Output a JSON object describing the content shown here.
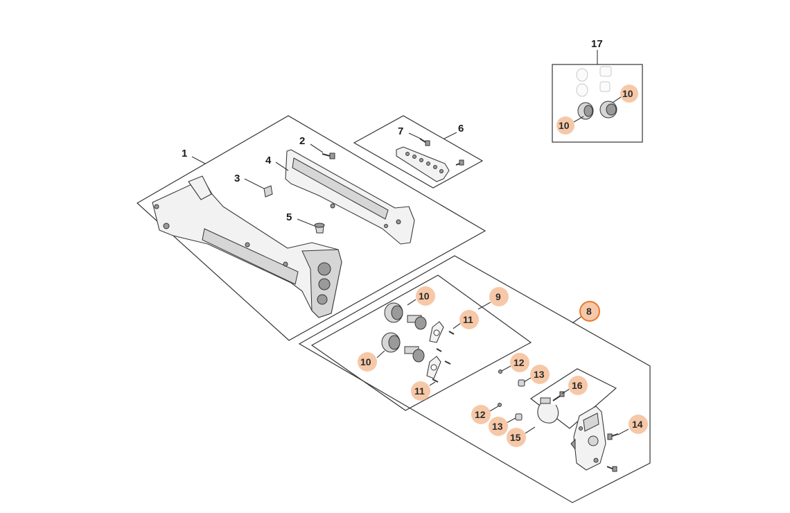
{
  "diagram": {
    "callouts": {
      "c1": "1",
      "c2": "2",
      "c3": "3",
      "c4": "4",
      "c5": "5",
      "c6": "6",
      "c7": "7",
      "c8": "8",
      "c9": "9",
      "c10a": "10",
      "c10b": "10",
      "c10c": "10",
      "c10d": "10",
      "c11a": "11",
      "c11b": "11",
      "c12a": "12",
      "c12b": "12",
      "c13a": "13",
      "c13b": "13",
      "c14": "14",
      "c15": "15",
      "c16": "16",
      "c17": "17"
    },
    "colors": {
      "highlight_fill": "#f6c8a8",
      "selected_outline": "#e8782f",
      "line": "#333333"
    }
  }
}
